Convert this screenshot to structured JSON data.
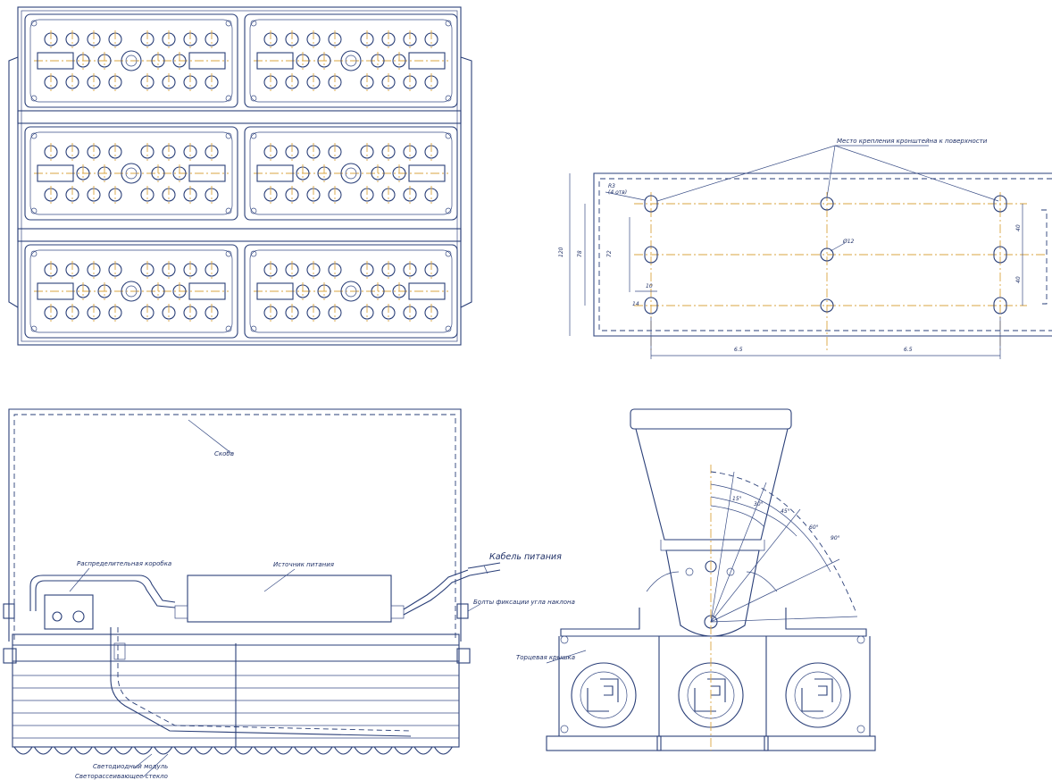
{
  "drawing": {
    "views": {
      "front": {
        "module_rows": 3,
        "modules_per_row": 2
      },
      "mounting": {
        "note": "Место крепления кронштейна к поверхности",
        "hole_note_1": "R3",
        "hole_note_2": "(4 отв)",
        "center_hole": "Ø12",
        "dims": [
          "6.5",
          "6.5",
          "120",
          "78",
          "72",
          "40",
          "40",
          "10",
          "14"
        ]
      },
      "side": {
        "bracket_label": "Скоба",
        "power_source_label": "Источник питания",
        "junction_box_label": "Распределительная коробка",
        "cable_label": "Кабель питания",
        "fixing_bolts_label": "Болты фиксации угла наклона",
        "optical_module_label": "Светодиодный модуль",
        "diffuser_label": "Светорассеивающее стекло"
      },
      "end": {
        "end_cap_label": "Торцевая крышка",
        "angle_labels": [
          "15°",
          "30°",
          "45°",
          "60°",
          "90°"
        ]
      }
    },
    "colors": {
      "line": "#2a3f78",
      "centerline": "#d9a441",
      "background": "#ffffff"
    }
  }
}
